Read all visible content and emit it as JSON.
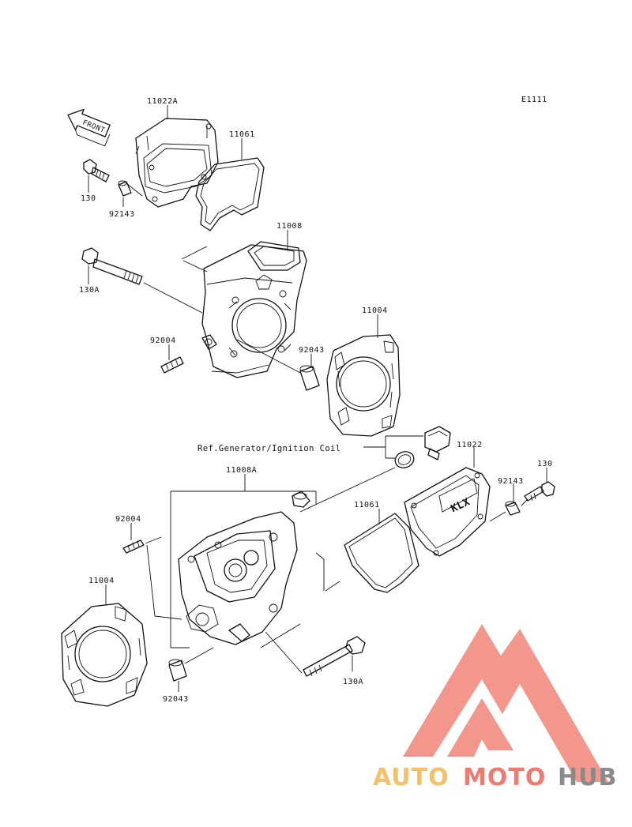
{
  "diagram": {
    "code": "E1111",
    "front_label": "FRONT",
    "reference_note": "Ref.Generator/Ignition Coil",
    "parts": [
      {
        "id": "p-11022A",
        "number": "11022A"
      },
      {
        "id": "p-11061-top",
        "number": "11061"
      },
      {
        "id": "p-130-top",
        "number": "130"
      },
      {
        "id": "p-92143-top",
        "number": "92143"
      },
      {
        "id": "p-11008",
        "number": "11008"
      },
      {
        "id": "p-130A-top",
        "number": "130A"
      },
      {
        "id": "p-11004-top",
        "number": "11004"
      },
      {
        "id": "p-92004-top",
        "number": "92004"
      },
      {
        "id": "p-92043-top",
        "number": "92043"
      },
      {
        "id": "p-11022",
        "number": "11022"
      },
      {
        "id": "p-130-bottom",
        "number": "130"
      },
      {
        "id": "p-92143-bottom",
        "number": "92143"
      },
      {
        "id": "p-11008A",
        "number": "11008A"
      },
      {
        "id": "p-11061-bottom",
        "number": "11061"
      },
      {
        "id": "p-92004-bottom",
        "number": "92004"
      },
      {
        "id": "p-11004-bottom",
        "number": "11004"
      },
      {
        "id": "p-130A-bottom",
        "number": "130A"
      },
      {
        "id": "p-92043-bottom",
        "number": "92043"
      }
    ]
  },
  "watermark": {
    "brand_part1": "AUTO",
    "brand_part2": "MOTO",
    "brand_part3": "HUB",
    "colors": {
      "auto": "#f5c06a",
      "moto": "#f07a6e",
      "hub": "#8a8a8a",
      "logo": "#f07a6e"
    }
  }
}
